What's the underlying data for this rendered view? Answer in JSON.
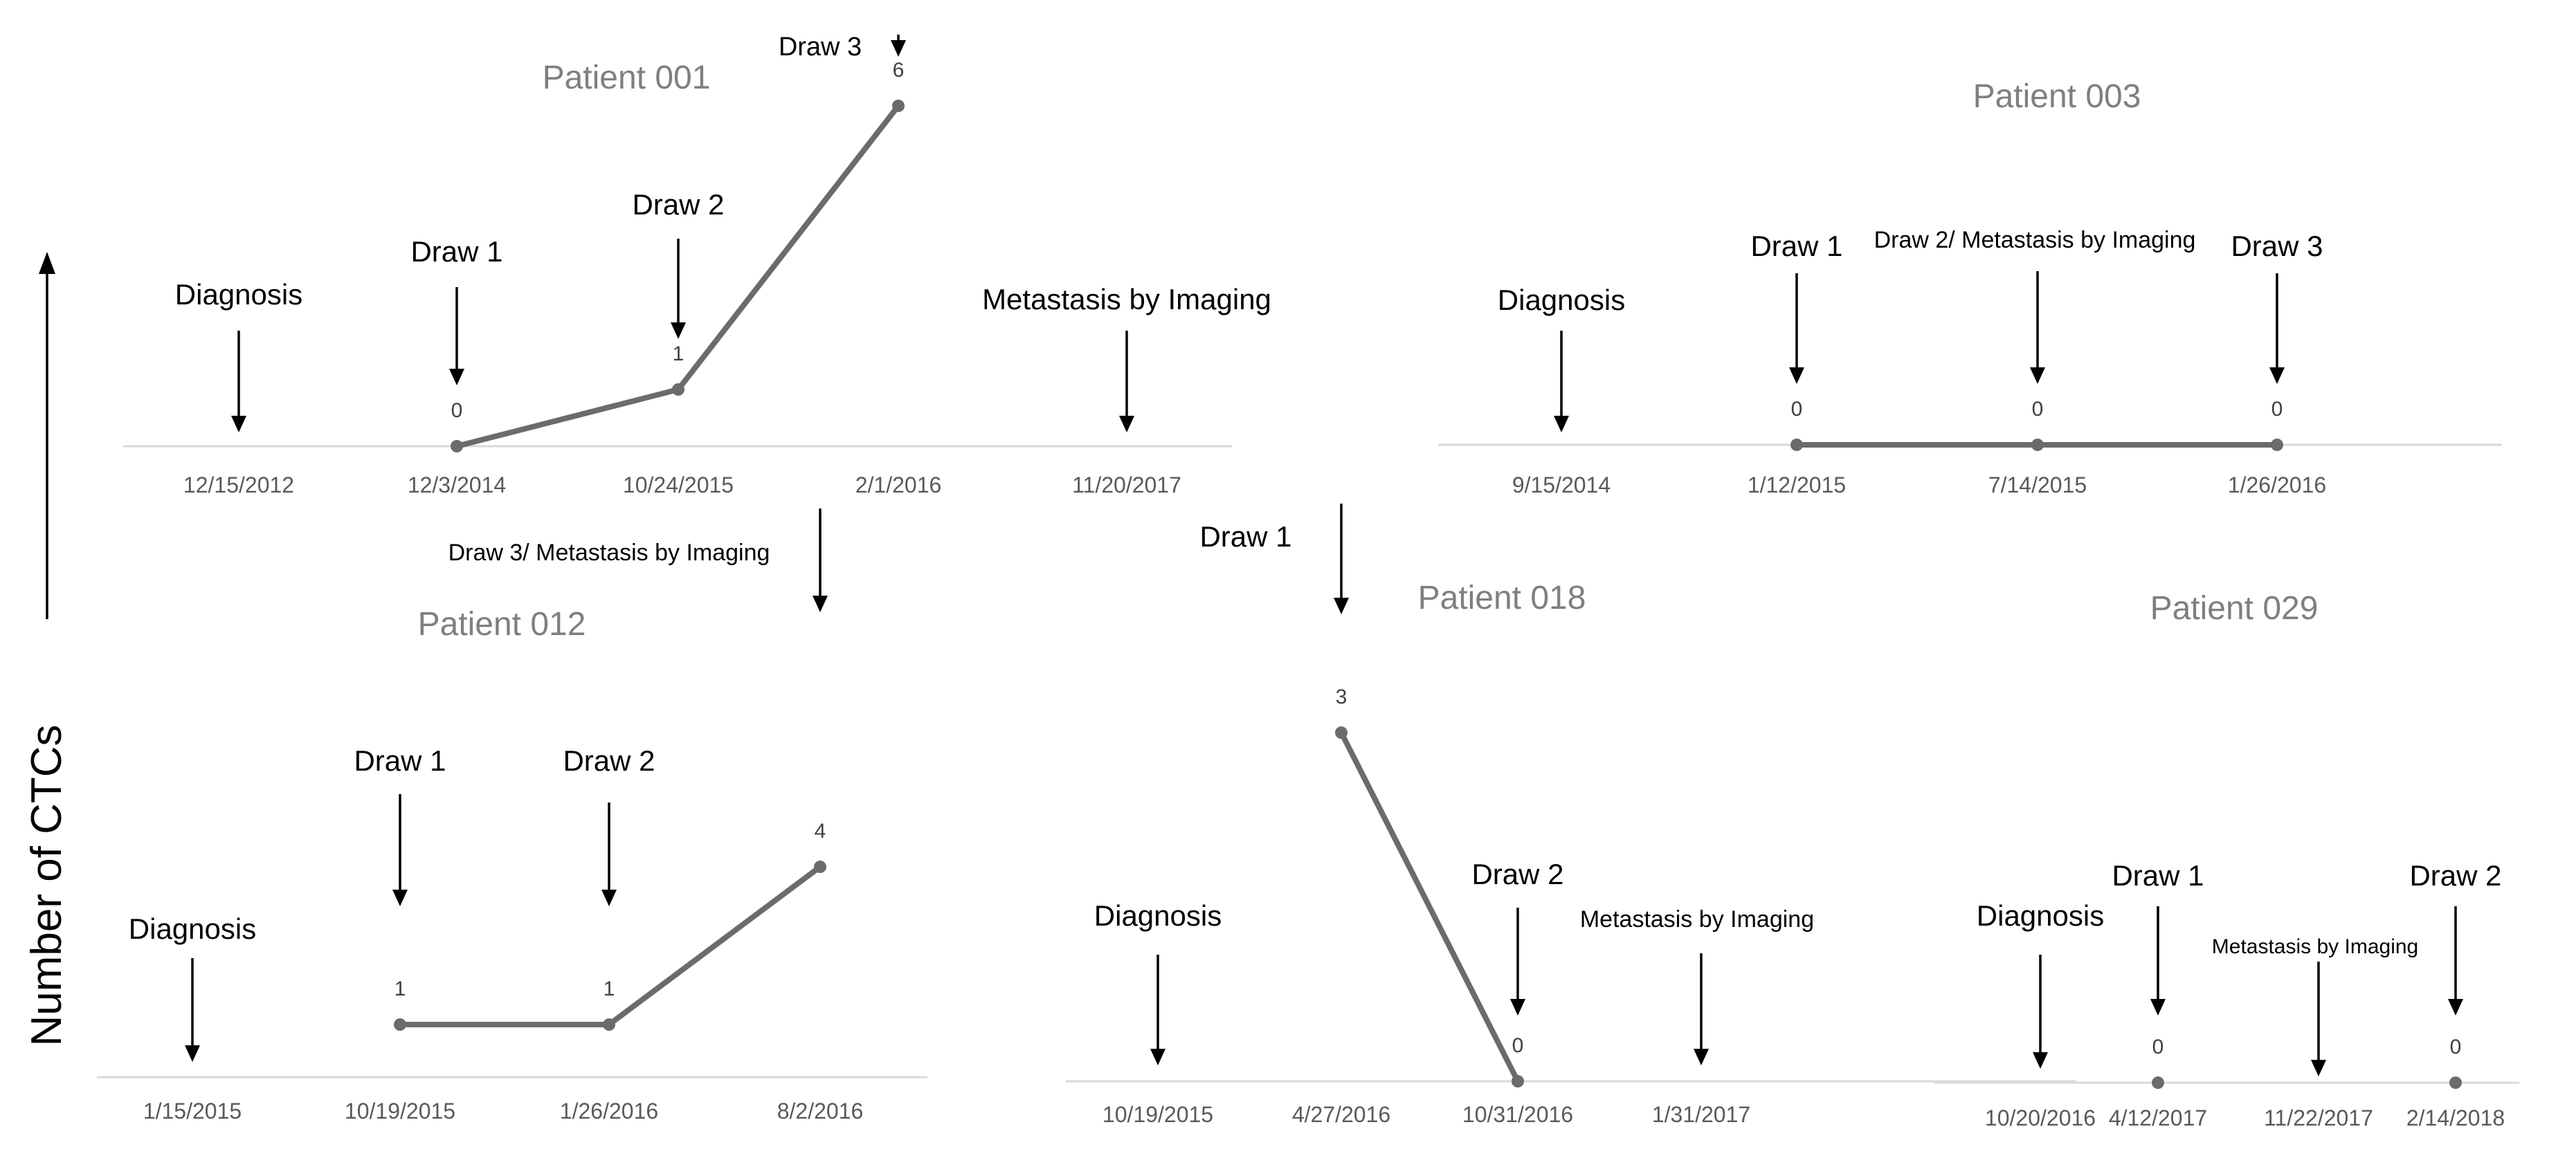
{
  "ylabel": "Number of CTCs",
  "chart_data": [
    {
      "type": "line",
      "title": "Patient 001",
      "categories": [
        "12/15/2012",
        "12/3/2014",
        "10/24/2015",
        "2/1/2016",
        "11/20/2017"
      ],
      "series": [
        {
          "values": [
            null,
            0,
            1,
            6,
            null
          ]
        }
      ],
      "annotations": [
        {
          "label": "Diagnosis",
          "at": "12/15/2012"
        },
        {
          "label": "Draw 1",
          "at": "12/3/2014"
        },
        {
          "label": "Draw 2",
          "at": "10/24/2015"
        },
        {
          "label": "Draw 3",
          "at": "2/1/2016"
        },
        {
          "label": "Metastasis by Imaging",
          "at": "11/20/2017"
        }
      ]
    },
    {
      "type": "line",
      "title": "Patient 003",
      "categories": [
        "9/15/2014",
        "1/12/2015",
        "7/14/2015",
        "1/26/2016"
      ],
      "series": [
        {
          "values": [
            null,
            0,
            0,
            0
          ]
        }
      ],
      "annotations": [
        {
          "label": "Diagnosis",
          "at": "9/15/2014"
        },
        {
          "label": "Draw 1",
          "at": "1/12/2015"
        },
        {
          "label": "Draw 2/ Metastasis by Imaging",
          "at": "7/14/2015"
        },
        {
          "label": "Draw 3",
          "at": "1/26/2016"
        }
      ]
    },
    {
      "type": "line",
      "title": "Patient 012",
      "categories": [
        "1/15/2015",
        "10/19/2015",
        "1/26/2016",
        "8/2/2016"
      ],
      "series": [
        {
          "values": [
            null,
            1,
            1,
            4
          ]
        }
      ],
      "annotations": [
        {
          "label": "Diagnosis",
          "at": "1/15/2015"
        },
        {
          "label": "Draw 1",
          "at": "10/19/2015"
        },
        {
          "label": "Draw 2",
          "at": "1/26/2016"
        },
        {
          "label": "Draw 3/ Metastasis by Imaging",
          "at": "8/2/2016"
        }
      ]
    },
    {
      "type": "line",
      "title": "Patient 018",
      "categories": [
        "10/19/2015",
        "4/27/2016",
        "10/31/2016",
        "1/31/2017"
      ],
      "series": [
        {
          "values": [
            null,
            3,
            0,
            null
          ]
        }
      ],
      "annotations": [
        {
          "label": "Diagnosis",
          "at": "10/19/2015"
        },
        {
          "label": "Draw 1",
          "at": "4/27/2016"
        },
        {
          "label": "Draw 2",
          "at": "10/31/2016"
        },
        {
          "label": "Metastasis by Imaging",
          "at": "1/31/2017"
        }
      ]
    },
    {
      "type": "line",
      "title": "Patient 029",
      "categories": [
        "10/20/2016",
        "4/12/2017",
        "11/22/2017",
        "2/14/2018"
      ],
      "series": [
        {
          "values": [
            null,
            0,
            null,
            0
          ]
        }
      ],
      "annotations": [
        {
          "label": "Diagnosis",
          "at": "10/20/2016"
        },
        {
          "label": "Draw 1",
          "at": "4/12/2017"
        },
        {
          "label": "Metastasis by Imaging",
          "at": "11/22/2017"
        },
        {
          "label": "Draw 2",
          "at": "2/14/2018"
        }
      ]
    }
  ]
}
